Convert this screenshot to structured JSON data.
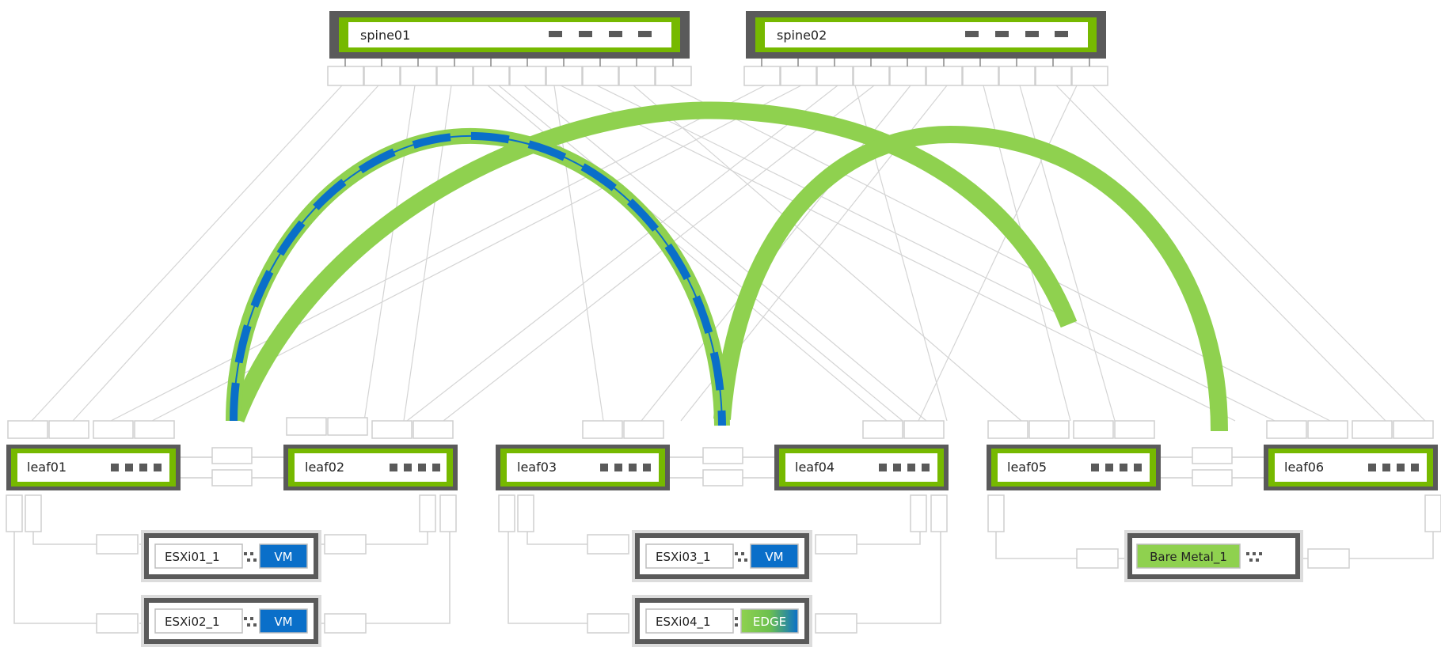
{
  "spines": [
    {
      "label": "spine01"
    },
    {
      "label": "spine02"
    }
  ],
  "leaves": [
    {
      "label": "leaf01"
    },
    {
      "label": "leaf02"
    },
    {
      "label": "leaf03"
    },
    {
      "label": "leaf04"
    },
    {
      "label": "leaf05"
    },
    {
      "label": "leaf06"
    }
  ],
  "hosts": [
    {
      "label": "ESXi01_1",
      "badge": "VM"
    },
    {
      "label": "ESXi02_1",
      "badge": "VM"
    },
    {
      "label": "ESXi03_1",
      "badge": "VM"
    },
    {
      "label": "ESXi04_1",
      "badge": "EDGE"
    },
    {
      "label": "Bare Metal_1",
      "badge": ""
    }
  ],
  "colors": {
    "switch_frame": "#5a5a5a",
    "switch_accent": "#76b900",
    "tunnel": "#8fd14f",
    "overlay_dash": "#0a6fc9",
    "vm_badge": "#0a6fc9",
    "edge_gradient_start": "#8fd14f",
    "edge_gradient_end": "#0a6fc9",
    "port_outline": "#cfcfcf",
    "cable": "#d4d4d4"
  }
}
